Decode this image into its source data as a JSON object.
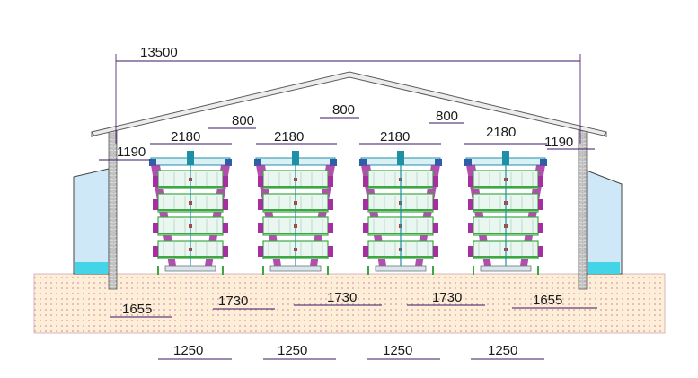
{
  "diagram": {
    "overall_width": "13500",
    "cage_widths": [
      "2180",
      "2180",
      "2180",
      "2180"
    ],
    "cage_gaps": [
      "800",
      "800",
      "800"
    ],
    "wall_clearances": [
      "1190",
      "1190"
    ],
    "floor_spacings": [
      "1655",
      "1730",
      "1730",
      "1730",
      "1655"
    ],
    "base_widths": [
      "1250",
      "1250",
      "1250",
      "1250"
    ]
  },
  "colors": {
    "dimension": "#3a1466",
    "roof": "#5a5a5a",
    "floor": "#fdeed7",
    "floor_dots": "#e6a8b8",
    "panel": "#cfe8f7",
    "panel_water": "#44d4e8",
    "cage_purple": "#a52fa0",
    "cage_green": "#3da842",
    "cage_teal": "#1f8fa8"
  }
}
